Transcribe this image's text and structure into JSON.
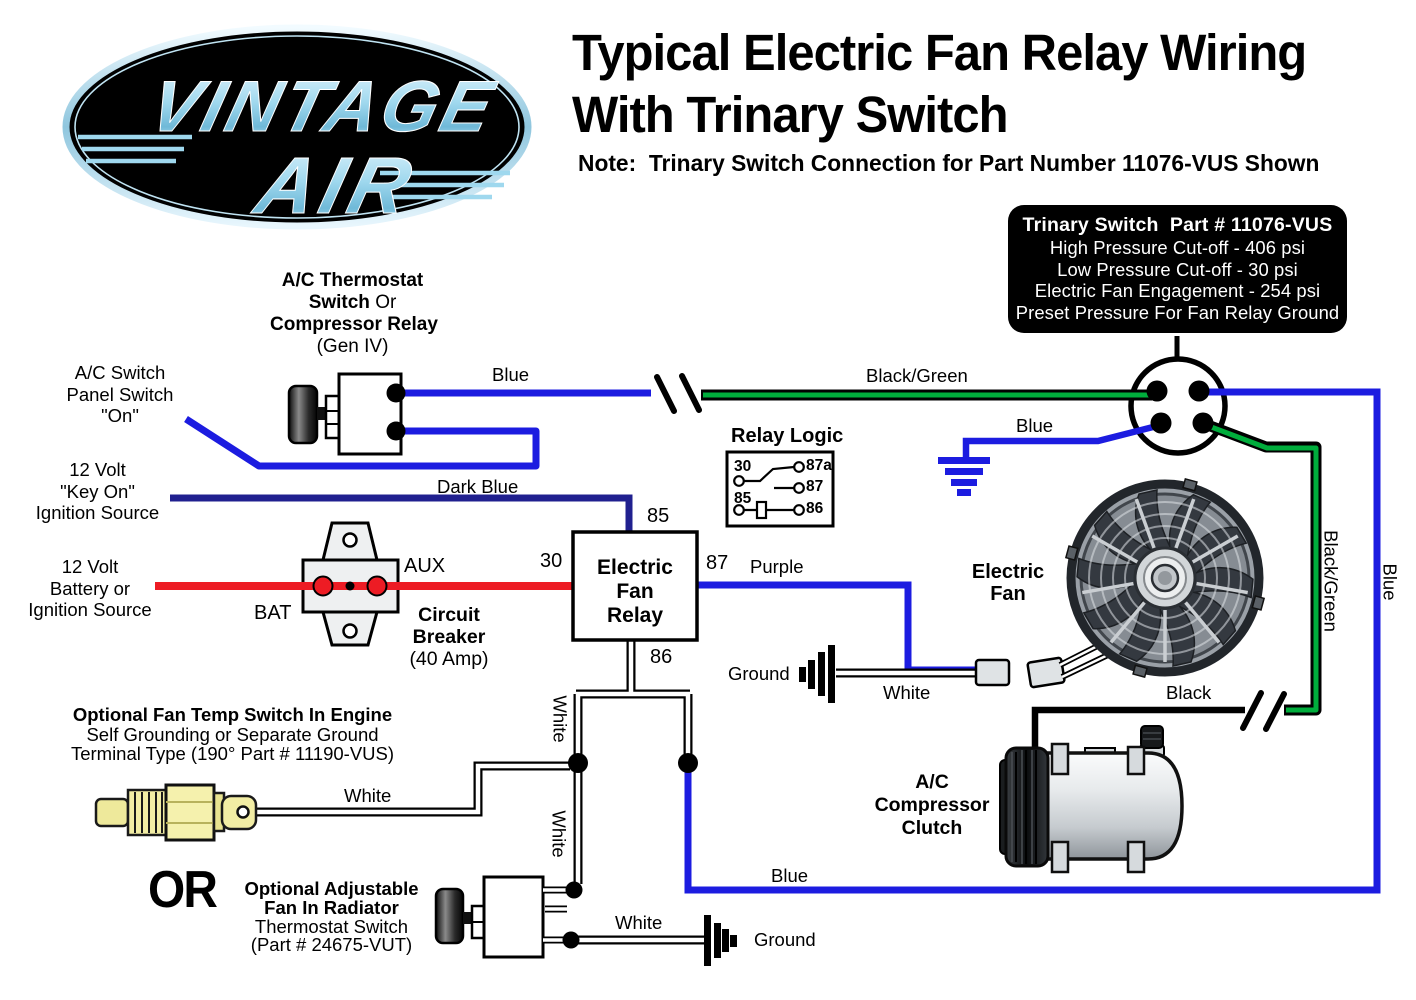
{
  "header": {
    "title_line1": "Typical Electric Fan Relay Wiring",
    "title_line2": "With Trinary Switch",
    "note": "Note:  Trinary Switch Connection for Part Number 11076-VUS Shown"
  },
  "logo": {
    "line1": "VINTAGE",
    "line2": "AIR"
  },
  "info_box": {
    "title": "Trinary Switch  Part # 11076-VUS",
    "lines": [
      "High Pressure Cut-off - 406 psi",
      "Low Pressure Cut-off - 30 psi",
      "Electric Fan Engagement - 254 psi",
      "Preset Pressure For Fan Relay Ground"
    ]
  },
  "components": {
    "ac_thermostat": {
      "line1": "A/C Thermostat",
      "line2_bold": "Switch",
      "line2_reg": " Or",
      "line3": "Compressor Relay",
      "line4": "(Gen IV)"
    },
    "ac_switch": {
      "line1": "A/C Switch",
      "line2": "Panel Switch",
      "line3": "\"On\""
    },
    "key_on": {
      "line1": "12 Volt",
      "line2": "\"Key On\"",
      "line3": "Ignition Source"
    },
    "battery": {
      "line1": "12 Volt",
      "line2": "Battery or",
      "line3": "Ignition Source"
    },
    "circuit_breaker": {
      "bat": "BAT",
      "aux": "AUX",
      "line1": "Circuit",
      "line2": "Breaker",
      "line3": "(40 Amp)"
    },
    "relay": {
      "line1": "Electric",
      "line2": "Fan",
      "line3": "Relay",
      "t85": "85",
      "t30": "30",
      "t87": "87",
      "t86": "86"
    },
    "relay_logic": {
      "title": "Relay Logic",
      "t30": "30",
      "t87a": "87a",
      "t87": "87",
      "t85": "85",
      "t86": "86"
    },
    "electric_fan": {
      "line1": "Electric",
      "line2": "Fan"
    },
    "compressor": {
      "line1": "A/C",
      "line2": "Compressor",
      "line3": "Clutch"
    },
    "temp_switch": {
      "line1": "Optional Fan Temp Switch In Engine",
      "line2": "Self Grounding or Separate Ground",
      "line3": "Terminal Type (190° Part # 11190-VUS)"
    },
    "or_label": "OR",
    "radiator_switch": {
      "line1": "Optional Adjustable",
      "line2": "Fan In Radiator",
      "line3": "Thermostat Switch",
      "line4": "(Part # 24675-VUT)"
    }
  },
  "wire_labels": {
    "blue_top": "Blue",
    "black_green_top": "Black/Green",
    "blue_trinary": "Blue",
    "dark_blue": "Dark Blue",
    "purple": "Purple",
    "ground_fan": "Ground",
    "white_fan": "White",
    "black": "Black",
    "black_green_vert": "Black/Green",
    "blue_right_vert": "Blue",
    "white_engine": "White",
    "white_86_upper": "White",
    "white_86_lower": "White",
    "blue_bottom": "Blue",
    "white_bottom": "White",
    "ground_bottom": "Ground"
  },
  "colors": {
    "blue": "#1c1ce0",
    "dark_blue": "#20208f",
    "green": "#00ad3c",
    "red": "#ed1c24",
    "black": "#000000",
    "component_yellow": "#f2eda4",
    "info_box_bg": "#000000",
    "info_box_text": "#ffffff"
  }
}
